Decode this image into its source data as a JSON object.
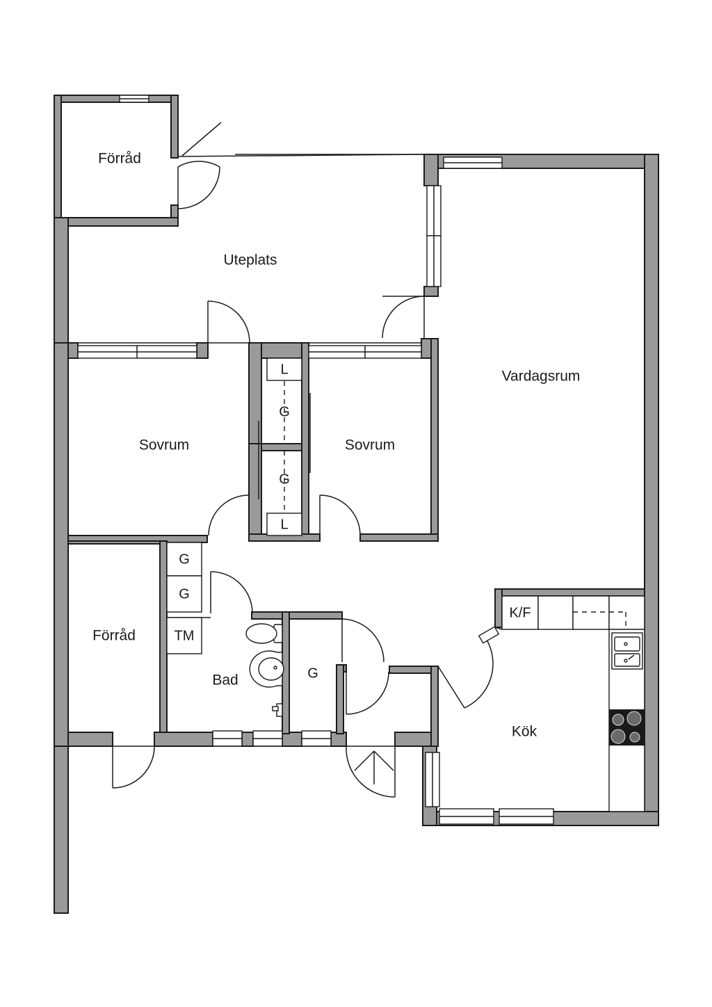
{
  "rooms": {
    "forrad_top": "Förråd",
    "uteplats": "Uteplats",
    "vardagsrum": "Vardagsrum",
    "sovrum_left": "Sovrum",
    "sovrum_right": "Sovrum",
    "forrad_bottom": "Förråd",
    "bad": "Bad",
    "kok": "Kök"
  },
  "closets": {
    "linen_top": "L",
    "wardrobe_top": "G",
    "wardrobe_middle": "G",
    "linen_bottom": "L",
    "wardrobe_hall_1": "G",
    "wardrobe_hall_2": "G",
    "washer": "TM",
    "wardrobe_entry": "G",
    "fridge_freezer": "K/F"
  }
}
